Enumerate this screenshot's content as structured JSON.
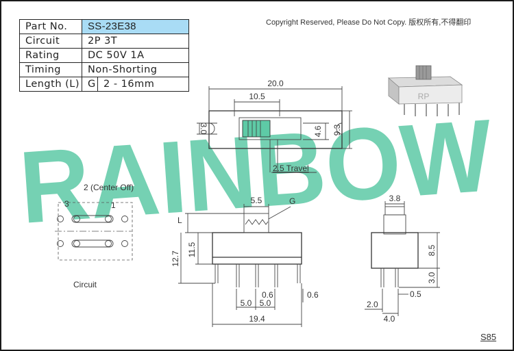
{
  "spec_table": {
    "rows": [
      {
        "label": "Part No.",
        "value": "SS-23E38"
      },
      {
        "label": "Circuit",
        "value": "2P 3T"
      },
      {
        "label": "Rating",
        "value": "DC 50V 1A"
      },
      {
        "label": "Timing",
        "value": "Non-Shorting"
      },
      {
        "label": "Length (L)",
        "value_prefix": "G",
        "value": "2 - 16mm"
      }
    ]
  },
  "copyright": "Copyright Reserved, Please Do Not Copy. 版权所有,不得翻印",
  "watermark": "RAINBOW",
  "watermark_color": "#5ecaa6",
  "header_highlight": "#a9dcf5",
  "top_view": {
    "width": "20.0",
    "inner_width": "10.5",
    "left_dim": "3.0",
    "right_dim_a": "4.6",
    "right_dim_b": "9.3",
    "travel": "2.5 Travel"
  },
  "circuit": {
    "title": "2 (Center Off)",
    "pin_left": "3",
    "pin_right": "1",
    "label": "Circuit"
  },
  "front_view": {
    "knob_width": "5.5",
    "g_label": "G",
    "l_label": "L",
    "height_total": "12.7",
    "height_body": "11.5",
    "pin_thick": "0.6",
    "pin_thick_right": "0.6",
    "pitch_a": "5.0",
    "pitch_b": "5.0",
    "total_width": "19.4"
  },
  "side_view": {
    "knob_width": "3.8",
    "body_height": "8.5",
    "pin_length": "3.0",
    "left_offset": "2.0",
    "pin_thick": "0.5",
    "bottom_width": "4.0"
  },
  "product_logo": "RP",
  "sku": "S85"
}
